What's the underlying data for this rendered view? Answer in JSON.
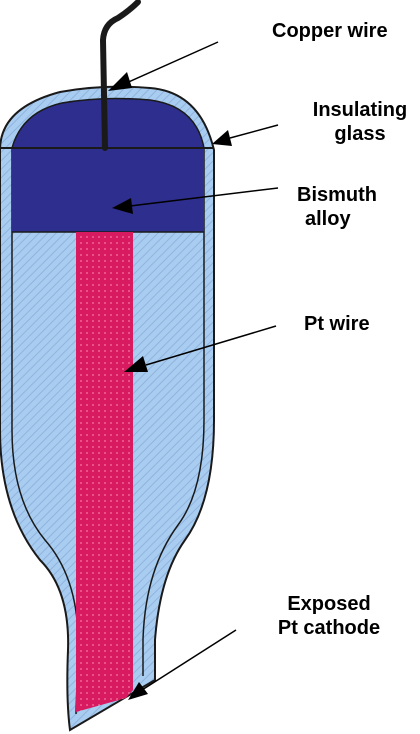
{
  "labels": {
    "copper_wire": [
      "Copper wire"
    ],
    "insulating_glass": [
      "Insulating",
      "glass"
    ],
    "bismuth_alloy": [
      "Bismuth",
      "alloy"
    ],
    "pt_wire": [
      "Pt wire"
    ],
    "exposed_cathode": [
      "Exposed",
      "Pt cathode"
    ]
  },
  "colors": {
    "glass_fill": "#a9cdf0",
    "glass_hatch": "#8fb3de",
    "glass_outline": "#1a1a1a",
    "bismuth": "#2e2e8f",
    "pt_wire": "#d81b60",
    "pt_dots": "#f06292",
    "copper_wire": "#1a1a1a",
    "arrow": "#000000",
    "text": "#000000"
  }
}
